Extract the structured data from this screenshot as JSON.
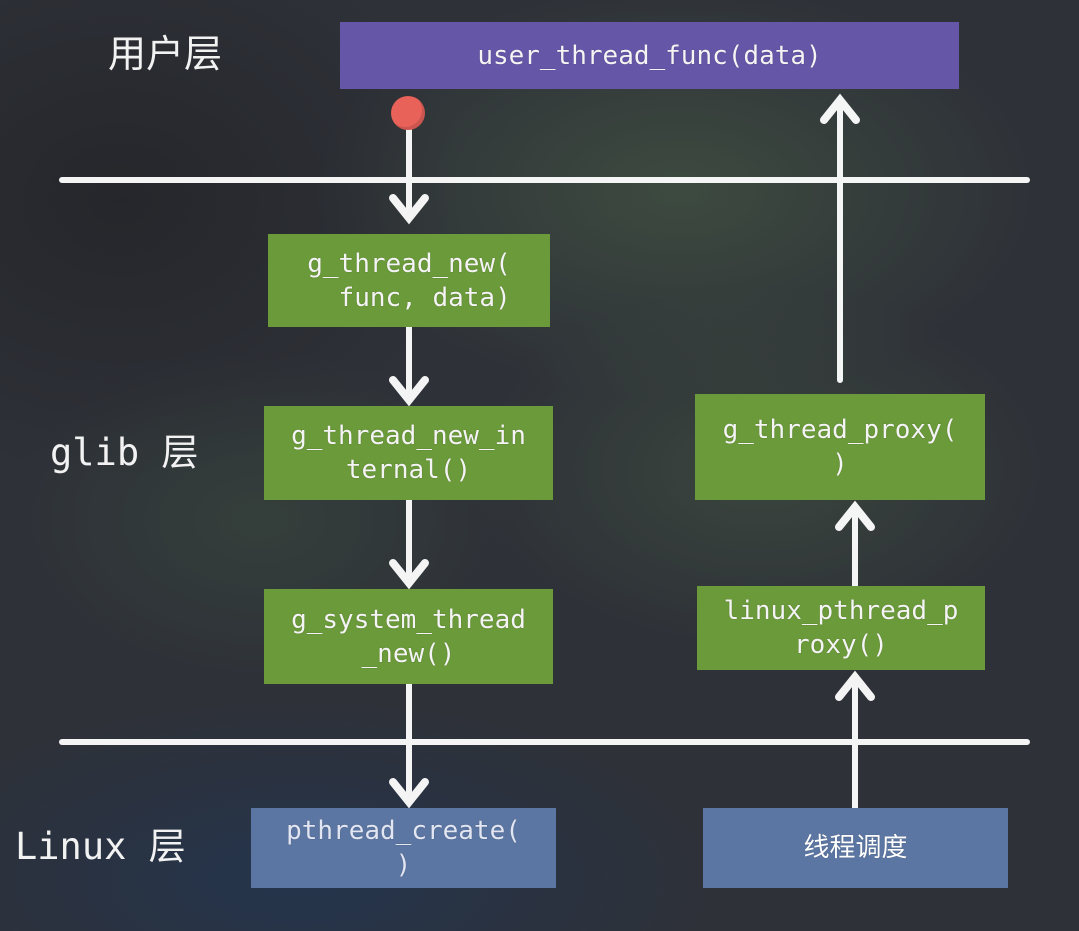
{
  "layers": {
    "user": "用户层",
    "glib": "glib 层",
    "linux": "Linux 层"
  },
  "boxes": {
    "user_thread_func": "user_thread_func(data)",
    "g_thread_new": "g_thread_new(\n  func, data)",
    "g_thread_new_internal": "g_thread_new_in\nternal()",
    "g_system_thread_new": "g_system_thread\n_new()",
    "pthread_create": "pthread_create(\n)",
    "g_thread_proxy": "g_thread_proxy(\n)",
    "linux_pthread_proxy": "linux_pthread_p\nroxy()",
    "thread_scheduling": "线程调度"
  },
  "colors": {
    "user_box": "#6656a8",
    "glib_box": "#6b9a3a",
    "linux_box": "#5c76a3",
    "start_dot": "#e8625a",
    "chalk": "#ffffff"
  },
  "icons": {
    "start": "start-dot-icon",
    "arrows": "chalk-arrow-icon"
  }
}
